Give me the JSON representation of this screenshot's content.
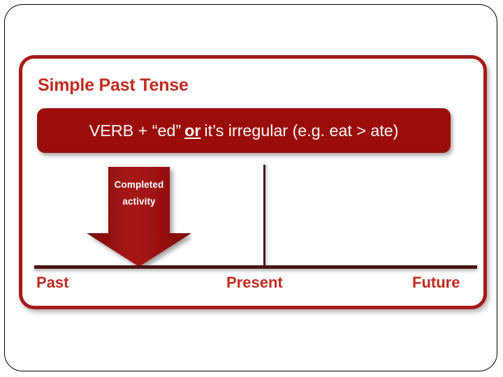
{
  "slide": {
    "title": "Simple Past Tense",
    "title_color": "#c02b20",
    "frame_color": "#a51a18",
    "accent_dark_red": "#9b0d0d",
    "timeline_color": "#4a1418"
  },
  "formula": {
    "part1": "VERB + “ed”",
    "operator": "or",
    "part2": "it’s irregular (e.g. eat > ate)"
  },
  "arrow": {
    "label_line1": "Completed",
    "label_line2": "activity"
  },
  "timeline": {
    "labels": [
      {
        "name": "past",
        "text": "Past"
      },
      {
        "name": "present",
        "text": "Present"
      },
      {
        "name": "future",
        "text": "Future"
      }
    ]
  }
}
